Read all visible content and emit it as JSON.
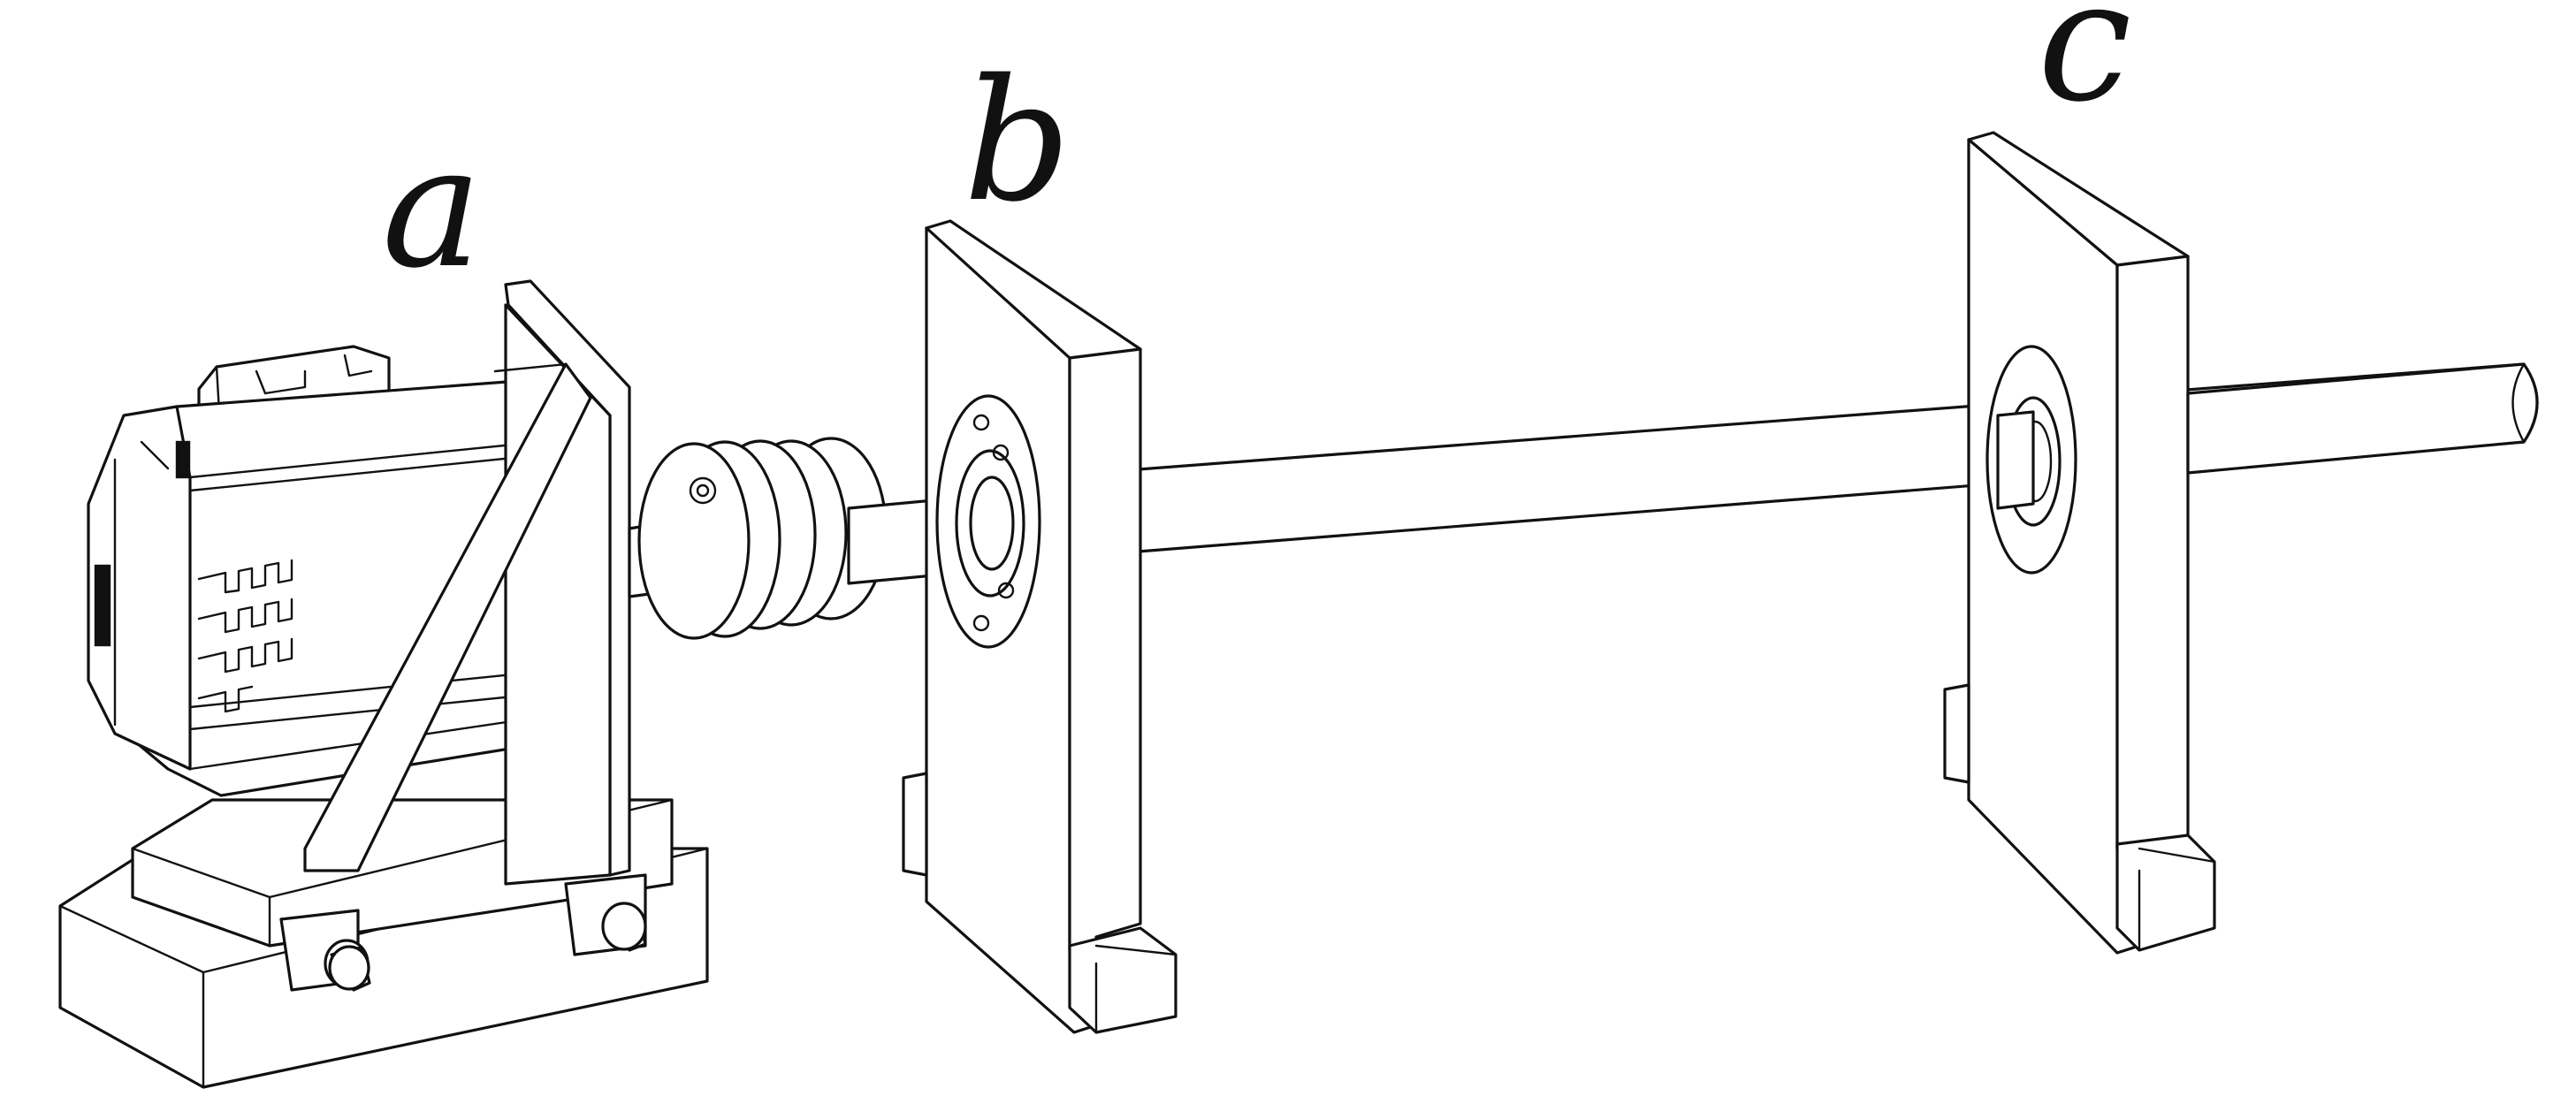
{
  "labels": {
    "a": "a",
    "b": "b",
    "c": "c"
  },
  "colors": {
    "line": "#111111",
    "background": "#ffffff"
  }
}
